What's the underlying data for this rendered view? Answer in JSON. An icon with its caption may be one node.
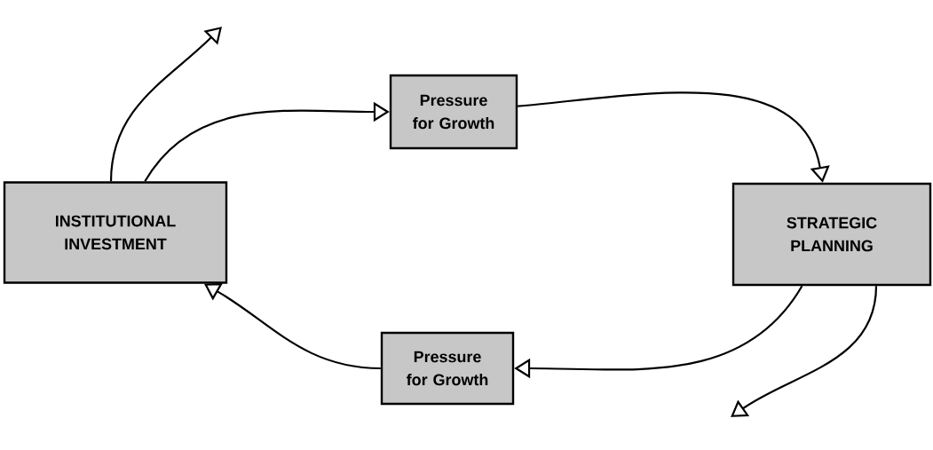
{
  "diagram": {
    "nodes": [
      {
        "text": [
          "Pressure for Growth"
        ]
      },
      {
        "text": [
          "STRATEGIC PLANNING"
        ]
      },
      {
        "text": [
          "Pressure for Growth"
        ]
      },
      {
        "text": [
          "INSTITUTIONAL INVESTMENT"
        ]
      }
    ],
    "edges": [
      {
        "from": 3,
        "to": 0,
        "arrow": "to"
      },
      {
        "from": 0,
        "to": 1,
        "arrow": "to"
      },
      {
        "from": 1,
        "to": 2,
        "arrow": "to"
      },
      {
        "from": 2,
        "to": 3,
        "arrow": "to"
      },
      {
        "from": 3,
        "to": null,
        "arrow": "to"
      },
      {
        "from": 1,
        "to": null,
        "arrow": "to"
      }
    ]
  }
}
